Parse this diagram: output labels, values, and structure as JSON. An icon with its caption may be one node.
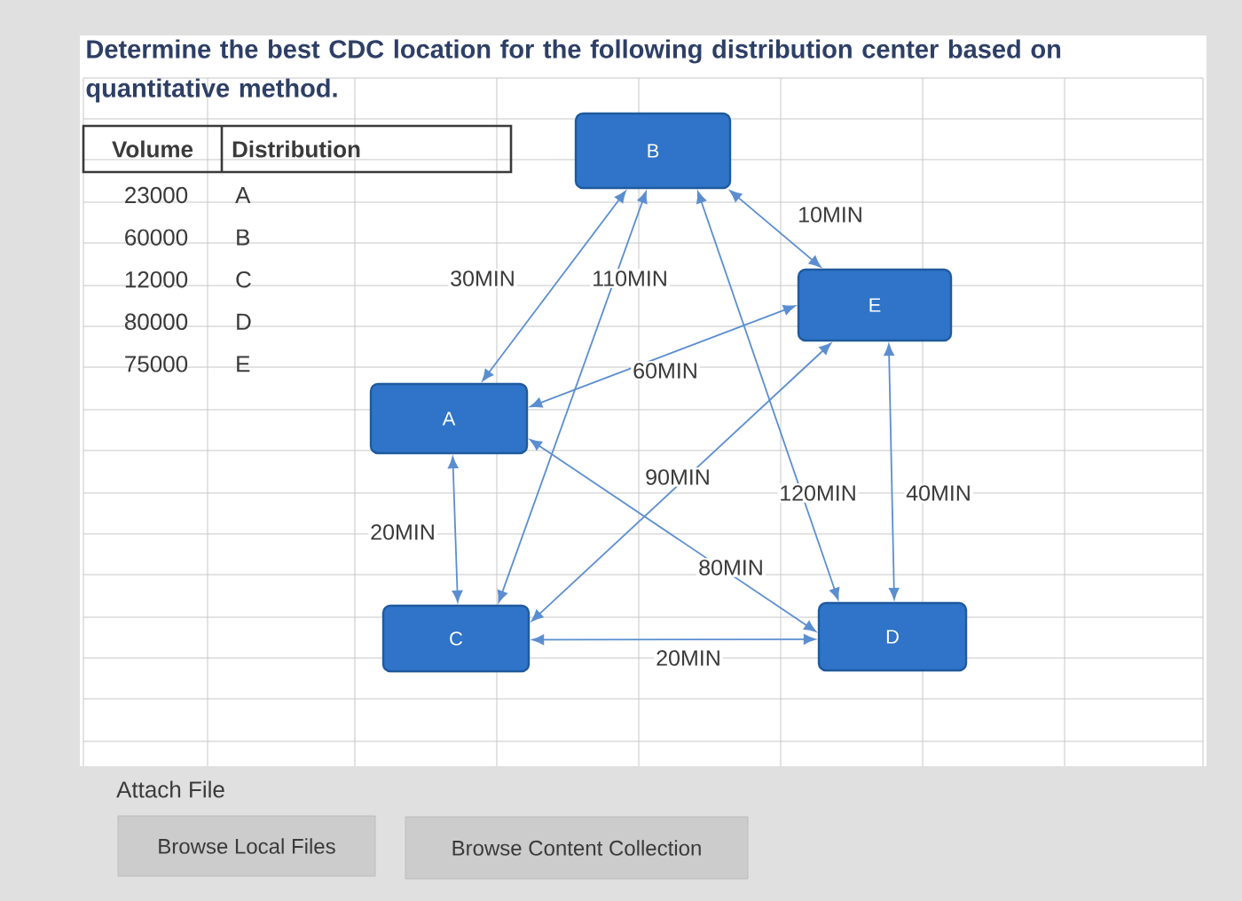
{
  "diagram": {
    "title": "Determine the best CDC location for the following distribution center based on quantitative method.",
    "nodes": [
      {
        "text": [
          "B"
        ]
      },
      {
        "text": [
          "E"
        ]
      },
      {
        "text": [
          "A"
        ]
      },
      {
        "text": [
          "C"
        ]
      },
      {
        "text": [
          "D"
        ]
      }
    ],
    "edges": [
      {
        "from": 2,
        "to": 0,
        "arrow": "both",
        "label": "30MIN"
      },
      {
        "from": 3,
        "to": 0,
        "arrow": "both",
        "label": "110MIN"
      },
      {
        "from": 4,
        "to": 0,
        "arrow": "both",
        "label": "120MIN"
      },
      {
        "from": 0,
        "to": 1,
        "arrow": "both",
        "label": "10MIN"
      },
      {
        "from": 2,
        "to": 1,
        "arrow": "both",
        "label": "60MIN"
      },
      {
        "from": 3,
        "to": 1,
        "arrow": "both",
        "label": "90MIN"
      },
      {
        "from": 2,
        "to": 4,
        "arrow": "both",
        "label": "80MIN"
      },
      {
        "from": 1,
        "to": 4,
        "arrow": "both",
        "label": "40MIN"
      },
      {
        "from": 2,
        "to": 3,
        "arrow": "both",
        "label": "20MIN"
      },
      {
        "from": 3,
        "to": 4,
        "arrow": "both",
        "label": "20MIN"
      }
    ],
    "labels": [
      "Volume",
      "Distribution",
      "23000",
      "A",
      "60000",
      "B",
      "12000",
      "C",
      "80000",
      "D",
      "75000",
      "E",
      "Attach File",
      "Browse Local Files",
      "Browse Content Collection"
    ]
  }
}
